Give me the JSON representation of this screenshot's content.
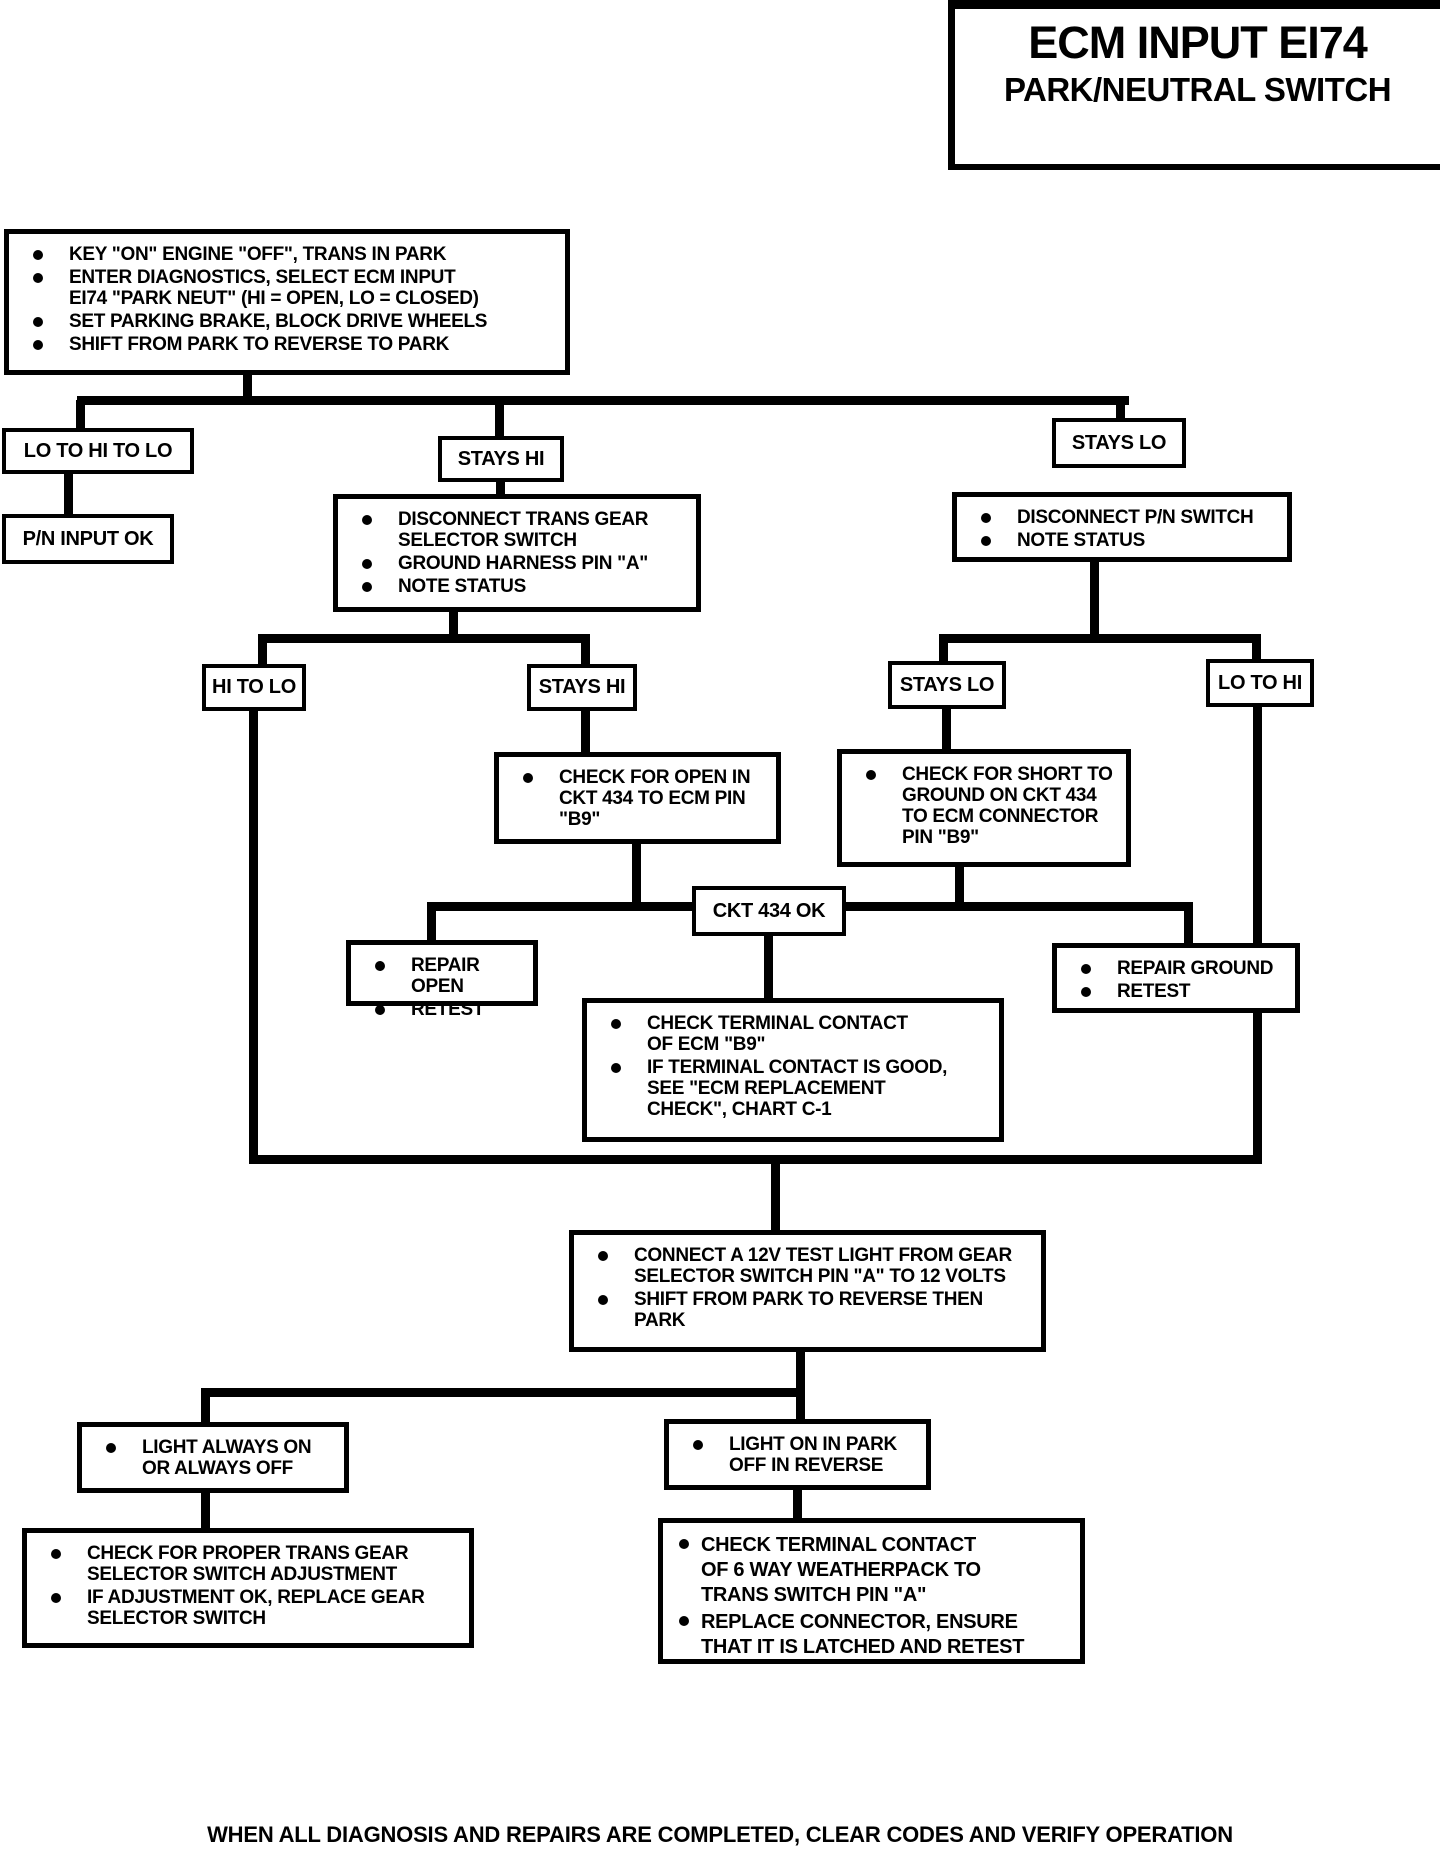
{
  "title": {
    "line1": "ECM INPUT EI74",
    "line2": "PARK/NEUTRAL SWITCH"
  },
  "footer": "WHEN ALL DIAGNOSIS AND REPAIRS ARE COMPLETED, CLEAR CODES AND VERIFY OPERATION",
  "colors": {
    "ink": "#000000",
    "paper": "#ffffff"
  },
  "nodes": {
    "start": {
      "bullets": [
        "KEY \"ON\" ENGINE \"OFF\", TRANS IN PARK",
        "ENTER DIAGNOSTICS, SELECT ECM INPUT\nEI74 \"PARK NEUT\" (HI = OPEN, LO = CLOSED)",
        "SET PARKING BRAKE, BLOCK DRIVE WHEELS",
        "SHIFT FROM PARK TO REVERSE TO PARK"
      ]
    },
    "lo_hi_lo": {
      "label": "LO TO HI TO LO"
    },
    "pn_input_ok": {
      "label": "P/N INPUT OK"
    },
    "stays_hi_1": {
      "label": "STAYS HI"
    },
    "stays_lo_1": {
      "label": "STAYS LO"
    },
    "disconnect_gear": {
      "bullets": [
        "DISCONNECT TRANS GEAR\nSELECTOR SWITCH",
        "GROUND HARNESS PIN \"A\"",
        "NOTE STATUS"
      ]
    },
    "disconnect_pn": {
      "bullets": [
        "DISCONNECT P/N SWITCH",
        "NOTE STATUS"
      ]
    },
    "hi_to_lo": {
      "label": "HI TO LO"
    },
    "stays_hi_2": {
      "label": "STAYS HI"
    },
    "stays_lo_2": {
      "label": "STAYS LO"
    },
    "lo_to_hi": {
      "label": "LO TO HI"
    },
    "check_open": {
      "bullets": [
        "CHECK FOR OPEN IN\nCKT 434 TO ECM PIN\n\"B9\""
      ]
    },
    "check_short": {
      "bullets": [
        "CHECK FOR SHORT TO\nGROUND ON CKT 434\nTO ECM CONNECTOR\nPIN \"B9\""
      ]
    },
    "ckt_434_ok": {
      "label": "CKT 434 OK"
    },
    "repair_open": {
      "bullets": [
        "REPAIR OPEN",
        "RETEST"
      ]
    },
    "repair_ground": {
      "bullets": [
        "REPAIR GROUND",
        "RETEST"
      ]
    },
    "check_terminal_ecm": {
      "bullets": [
        "CHECK TERMINAL CONTACT\nOF ECM \"B9\"",
        "IF TERMINAL CONTACT IS GOOD,\nSEE \"ECM REPLACEMENT\nCHECK\", CHART C-1"
      ]
    },
    "connect_test_light": {
      "bullets": [
        "CONNECT A 12V TEST LIGHT FROM GEAR\nSELECTOR SWITCH PIN \"A\" TO 12 VOLTS",
        "SHIFT FROM PARK TO REVERSE THEN\nPARK"
      ]
    },
    "light_always": {
      "bullets": [
        "LIGHT ALWAYS ON\nOR ALWAYS OFF"
      ]
    },
    "light_park": {
      "bullets": [
        "LIGHT ON IN PARK\nOFF IN REVERSE"
      ]
    },
    "check_adjustment": {
      "bullets": [
        "CHECK FOR PROPER TRANS GEAR\nSELECTOR SWITCH ADJUSTMENT",
        "IF ADJUSTMENT OK, REPLACE GEAR\nSELECTOR SWITCH"
      ]
    },
    "check_weatherpack": {
      "bullets": [
        "CHECK TERMINAL CONTACT\nOF 6 WAY WEATHERPACK TO\nTRANS SWITCH PIN \"A\"",
        "REPLACE CONNECTOR, ENSURE\nTHAT IT IS LATCHED AND RETEST"
      ]
    }
  }
}
